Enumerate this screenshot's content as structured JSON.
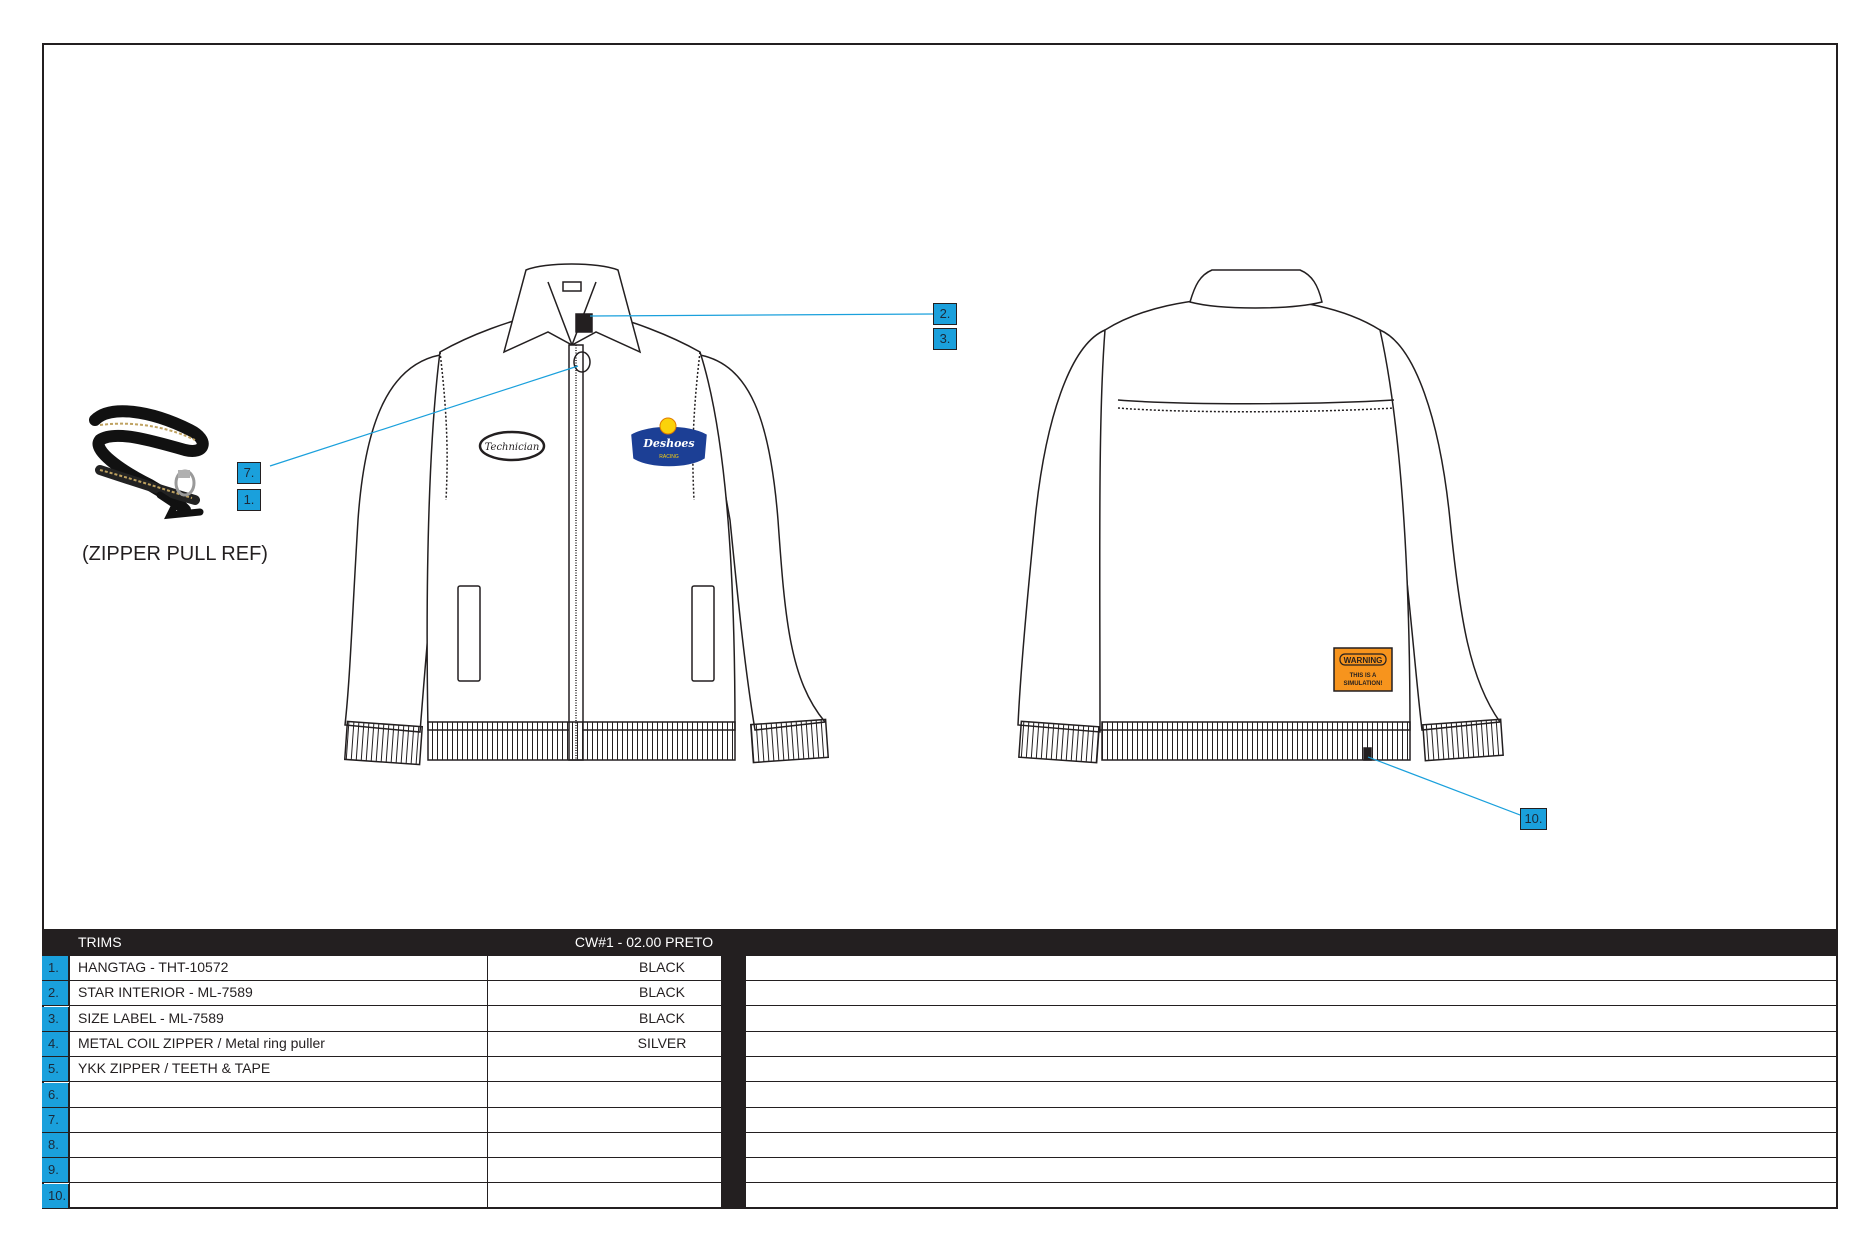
{
  "callouts": {
    "front_upper": [
      "2.",
      "3."
    ],
    "front_left": [
      "7.",
      "1."
    ],
    "back": "10."
  },
  "zipper_caption": "(ZIPPER PULL REF)",
  "patches": {
    "name_patch": "Technician",
    "logo_main": "Deshoes",
    "logo_sub": "RACING",
    "warning_title": "WARNING",
    "warning_line1": "THIS IS A",
    "warning_line2": "SIMULATION!"
  },
  "trims": {
    "header_trims": "TRIMS",
    "header_colorway": "CW#1 - 02.00 PRETO",
    "rows": [
      {
        "num": "1.",
        "desc": "HANGTAG -  THT-10572",
        "color": "BLACK"
      },
      {
        "num": "2.",
        "desc": "STAR INTERIOR - ML-7589",
        "color": "BLACK"
      },
      {
        "num": "3.",
        "desc": "SIZE LABEL - ML-7589",
        "color": "BLACK"
      },
      {
        "num": "4.",
        "desc": " METAL COIL ZIPPER / Metal ring puller",
        "color": "SILVER"
      },
      {
        "num": "5.",
        "desc": "YKK ZIPPER / TEETH & TAPE",
        "color": ""
      },
      {
        "num": "6.",
        "desc": "",
        "color": ""
      },
      {
        "num": "7.",
        "desc": "",
        "color": ""
      },
      {
        "num": "8.",
        "desc": "",
        "color": ""
      },
      {
        "num": "9.",
        "desc": "",
        "color": ""
      },
      {
        "num": "10.",
        "desc": "",
        "color": ""
      }
    ]
  },
  "colors": {
    "callout_blue": "#1aa0dc",
    "line_black": "#231f20",
    "warning_orange": "#f7941d",
    "logo_navy": "#1c3f95",
    "logo_yellow": "#fbd20a"
  }
}
